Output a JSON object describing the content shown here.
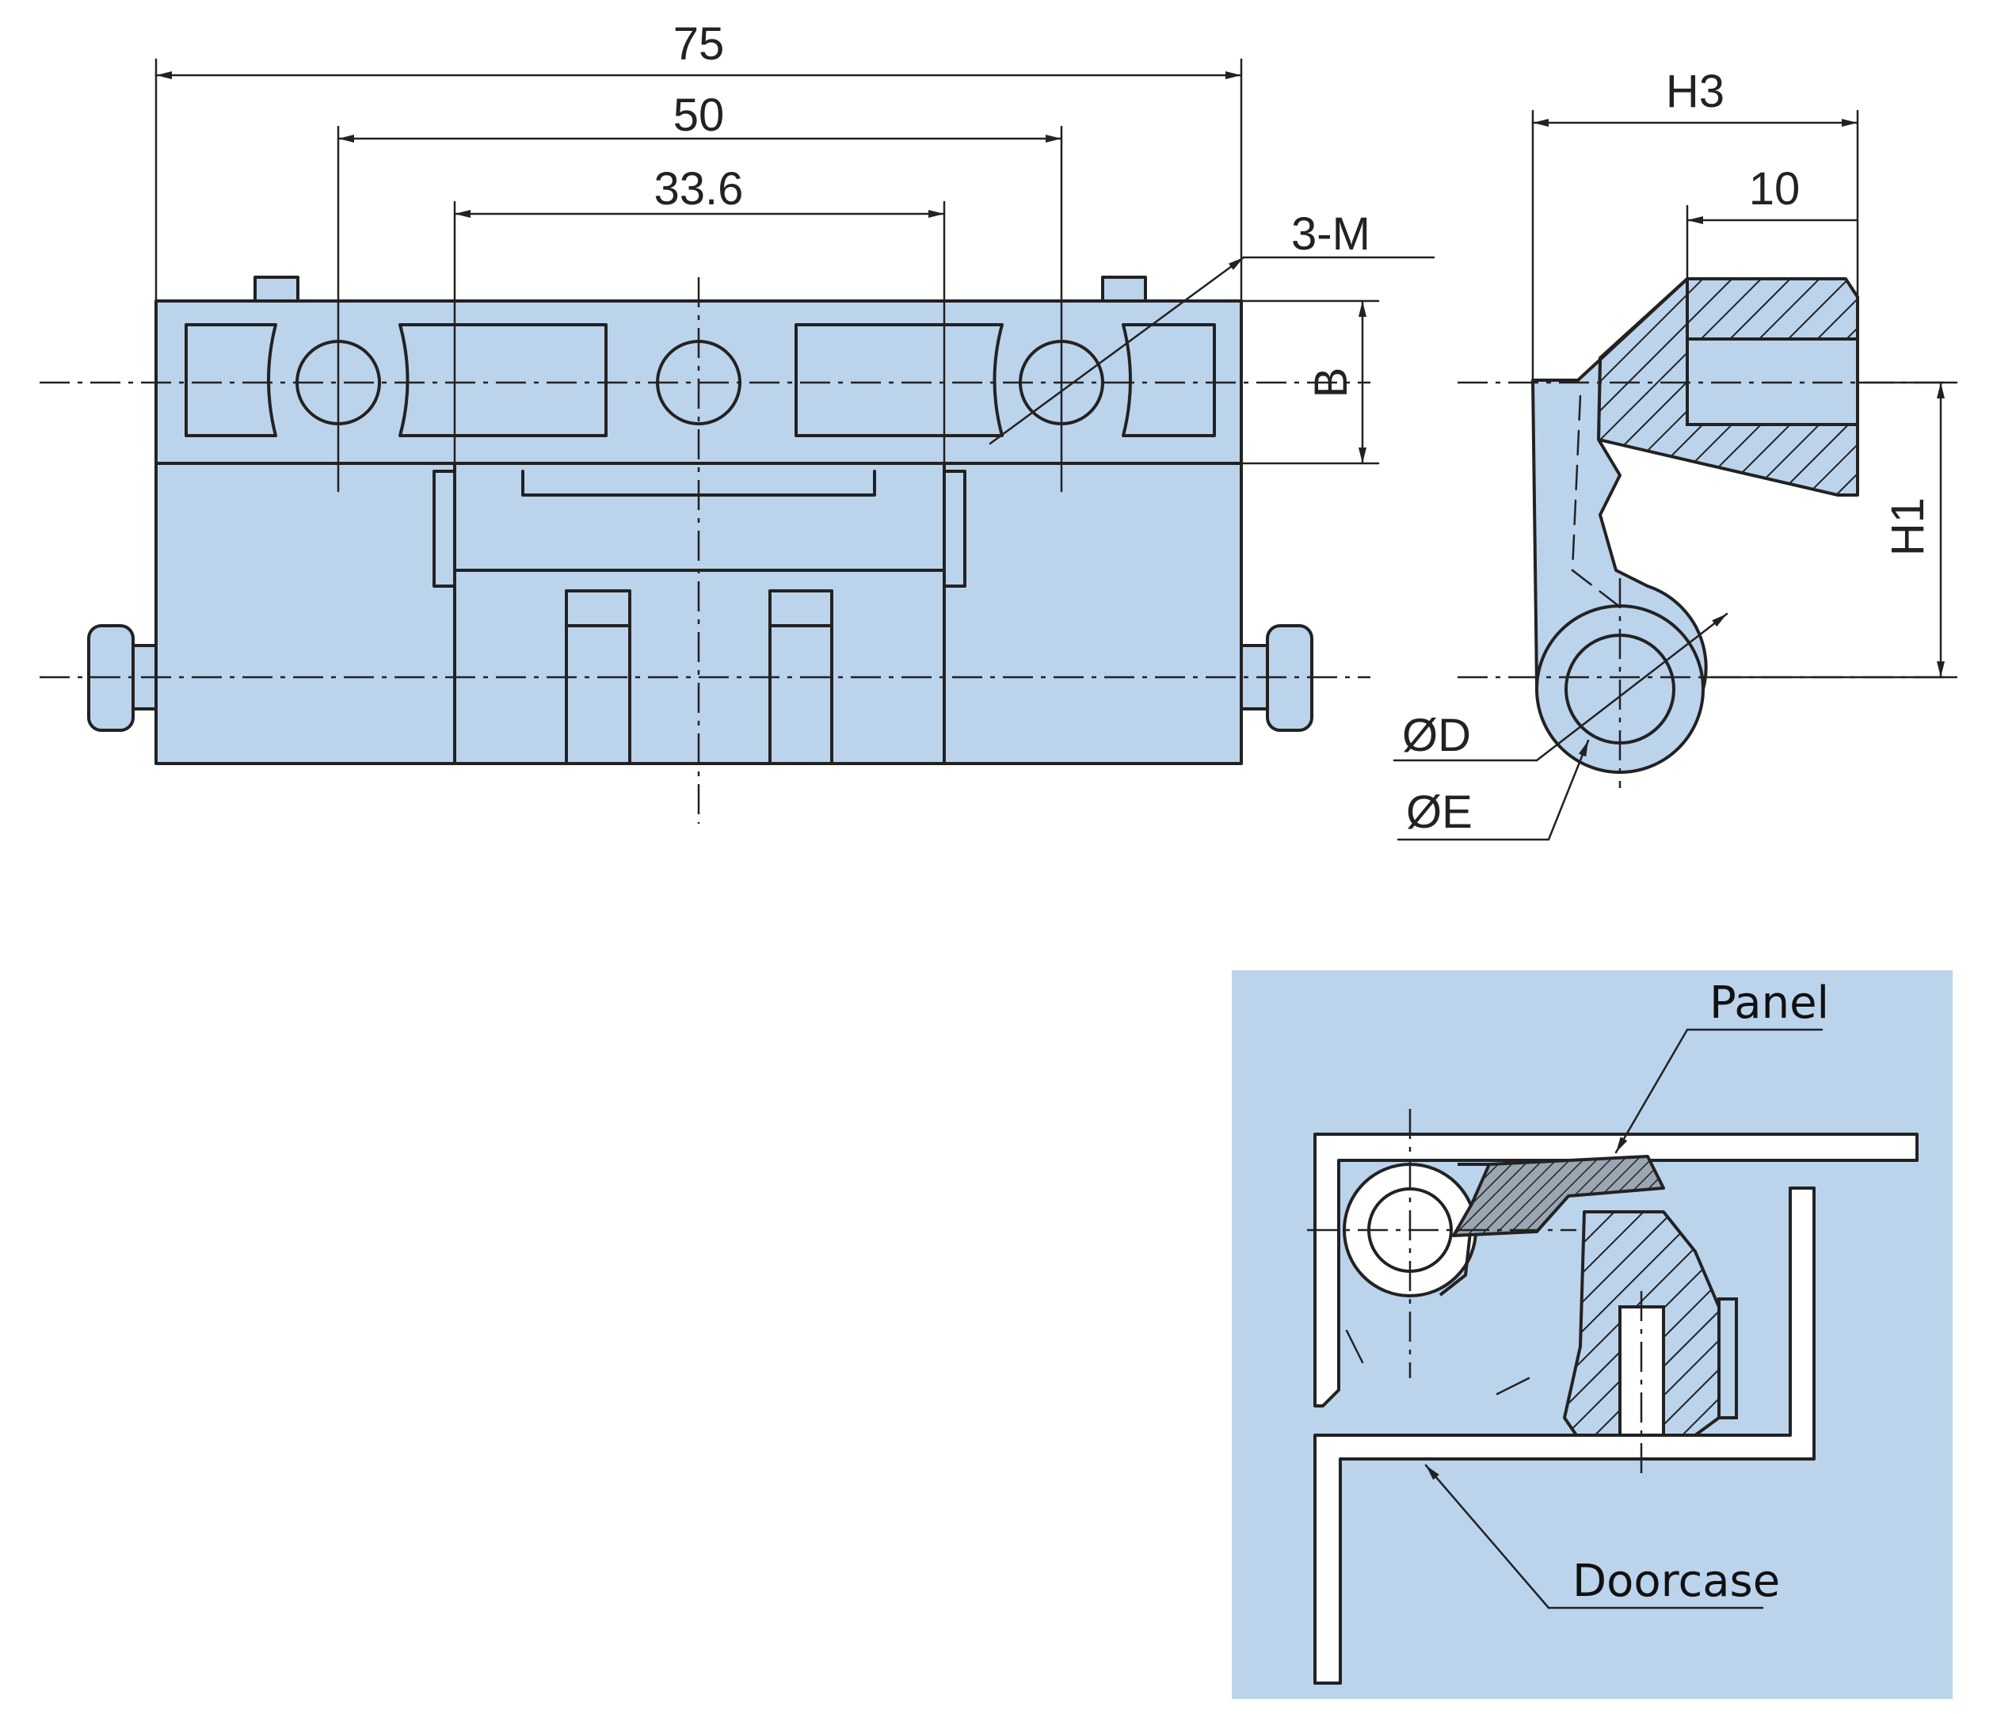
{
  "front_view": {
    "dim_overall": "75",
    "dim_hole_span": "50",
    "dim_inner_span": "33.6",
    "dim_thread_callout": "3-M",
    "dim_height_b": "B"
  },
  "side_view": {
    "dim_h3": "H3",
    "dim_10": "10",
    "dim_h1": "H1",
    "dim_d": "ØD",
    "dim_e": "ØE"
  },
  "installation": {
    "panel_label": "Panel",
    "doorcase_label": "Doorcase",
    "background_color": "#bcd3ec"
  },
  "colors": {
    "part_fill": "#bcd3ec",
    "line": "#222222"
  }
}
